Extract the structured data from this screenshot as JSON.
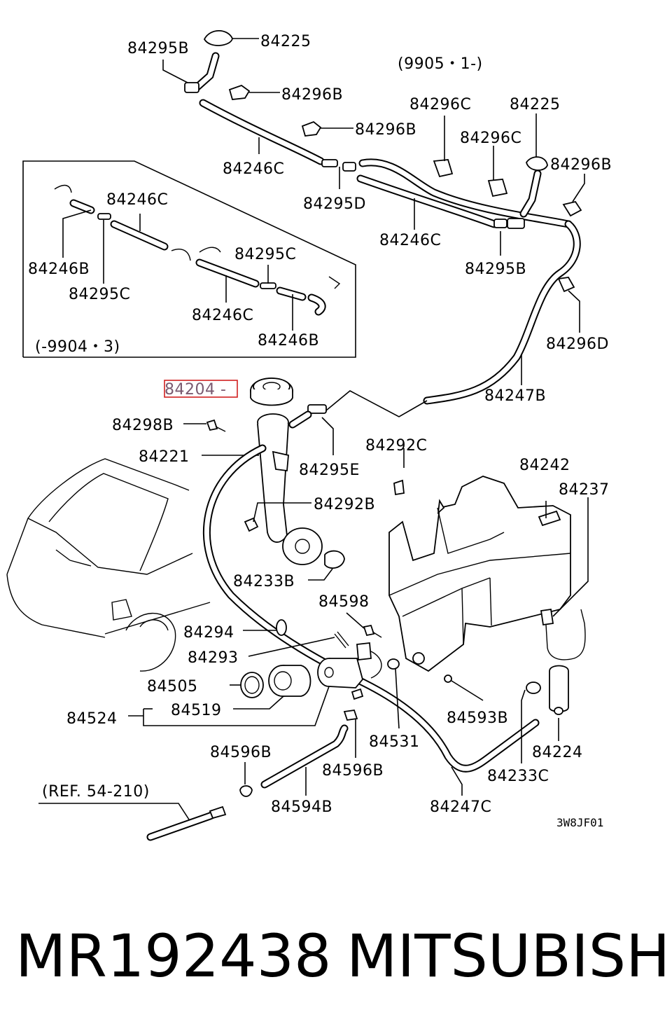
{
  "labels": {
    "l84295B_1": "84295B",
    "l84225_1": "84225",
    "l99051": "(9905・1-)",
    "l84296B_1": "84296B",
    "l84296B_2": "84296B",
    "l84296C_1": "84296C",
    "l84225_2": "84225",
    "l84296C_2": "84296C",
    "l84296B_3": "84296B",
    "l84246C_1": "84246C",
    "l84246C_2": "84246C",
    "l84295D": "84295D",
    "l84246C_3": "84246C",
    "l84295B_2": "84295B",
    "l84246B_1": "84246B",
    "l84295C_1": "84295C",
    "l84295C_2": "84295C",
    "l84246C_4": "84246C",
    "l84246B_2": "84246B",
    "l99043": "(-9904・3)",
    "l84296D": "84296D",
    "l84204": "84204 -",
    "l84247B": "84247B",
    "l84298B": "84298B",
    "l84221": "84221",
    "l84295E": "84295E",
    "l84292C": "84292C",
    "l84242": "84242",
    "l84237": "84237",
    "l84292B": "84292B",
    "l84233B": "84233B",
    "l84598": "84598",
    "l84294": "84294",
    "l84293": "84293",
    "l84505": "84505",
    "l84519": "84519",
    "l84524": "84524",
    "l84593B": "84593B",
    "l84531": "84531",
    "l84224": "84224",
    "l84596B_1": "84596B",
    "l84596B_2": "84596B",
    "l84233C": "84233C",
    "lref": "(REF. 54-210)",
    "l84594B": "84594B",
    "l84247C": "84247C",
    "lcode": "3W8JF01"
  },
  "footer": {
    "part_number": "MR192438",
    "brand": "MITSUBISHI"
  },
  "colors": {
    "highlight": "#d02020",
    "highlight_text": "#7a5a70",
    "line": "#000000"
  }
}
